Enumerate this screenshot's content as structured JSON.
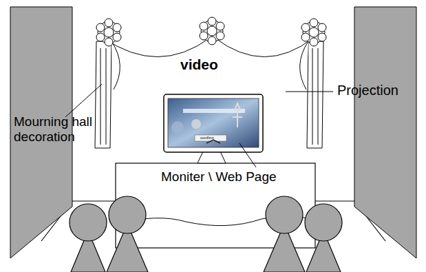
{
  "diagram": {
    "labels": [
      "video",
      "Projection",
      "Mourning hall decoration",
      "Moniter \\ Web Page",
      "confirm"
    ]
  }
}
